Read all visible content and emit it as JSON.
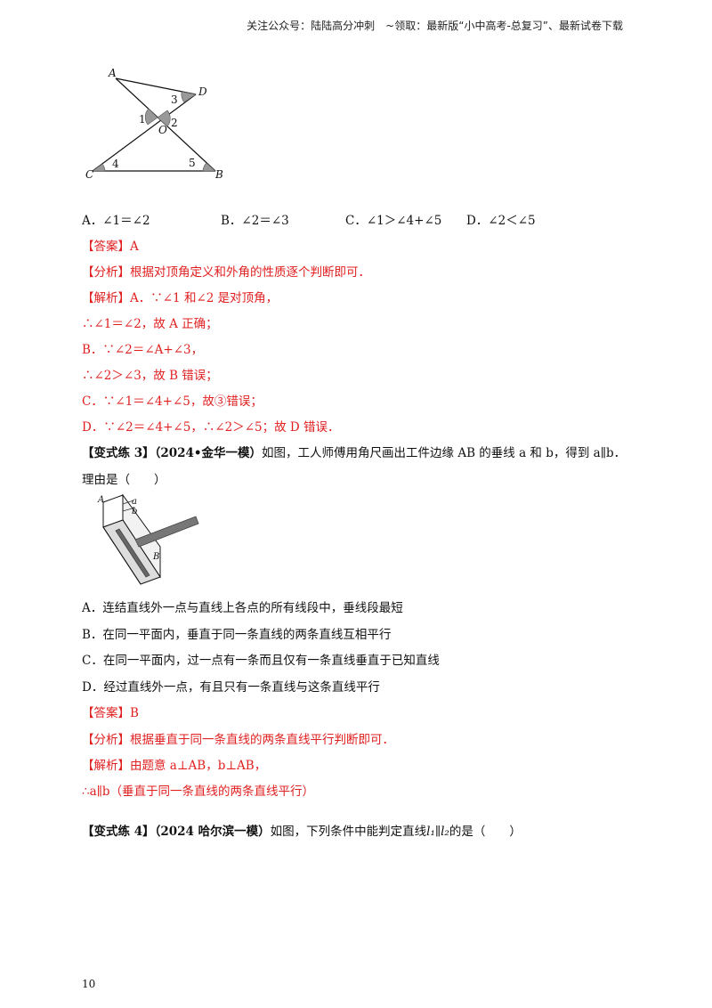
{
  "header": {
    "text": "关注公众号：陆陆高分冲刺　~领取：最新版“小中高考-总复习”、最新试卷下载"
  },
  "figure1": {
    "labels": {
      "A": "A",
      "D": "D",
      "O": "O",
      "C": "C",
      "B": "B",
      "n1": "1",
      "n2": "2",
      "n3": "3",
      "n4": "4",
      "n5": "5"
    }
  },
  "q1": {
    "options": [
      {
        "label": "A．∠1＝∠2"
      },
      {
        "label": "B．∠2＝∠3"
      },
      {
        "label": "C．∠1＞∠4+∠5"
      },
      {
        "label": "D．∠2＜∠5"
      }
    ],
    "answer_tag": "【答案】",
    "answer_value": "A",
    "analysis_tag": "【分析】",
    "analysis_text": "根据对顶角定义和外角的性质逐个判断即可．",
    "solution_tag": "【解析】",
    "solution_lines": [
      "A．∵∠1 和∠2 是对顶角，",
      "∴∠1＝∠2，故 A 正确；",
      "B．∵∠2＝∠A+∠3，",
      "∴∠2＞∠3，故 B 错误；",
      "C．∵∠1＝∠4+∠5，故③错误；",
      "D．∵∠2＝∠4+∠5，∴∠2＞∠5；故 D 错误．"
    ]
  },
  "q2": {
    "title_tag": "【变式练 3】",
    "source": "（2024•金华一模）",
    "stem": "如图，工人师傅用角尺画出工件边缘 AB 的垂线 a 和 b，得到 a∥b．",
    "stem2": "理由是（　　）",
    "figure_labels": {
      "A": "A",
      "a": "a",
      "b": "b",
      "B": "B"
    },
    "options": [
      "A．连结直线外一点与直线上各点的所有线段中，垂线段最短",
      "B．在同一平面内，垂直于同一条直线的两条直线互相平行",
      "C．在同一平面内，过一点有一条而且仅有一条直线垂直于已知直线",
      "D．经过直线外一点，有且只有一条直线与这条直线平行"
    ],
    "answer_tag": "【答案】",
    "answer_value": "B",
    "analysis_tag": "【分析】",
    "analysis_text": "根据垂直于同一条直线的两条直线平行判断即可．",
    "solution_tag": "【解析】",
    "solution_lines": [
      "由题意 a⊥AB，b⊥AB，",
      "∴a∥b（垂直于同一条直线的两条直线平行）"
    ]
  },
  "q3": {
    "title_tag": "【变式练 4】",
    "source": "（2024 哈尔滨一模）",
    "stem": "如图，下列条件中能判定直线",
    "expr": "l₁∥l₂",
    "stem_end": "的是（　　）"
  },
  "footer": {
    "page_number": "10"
  }
}
